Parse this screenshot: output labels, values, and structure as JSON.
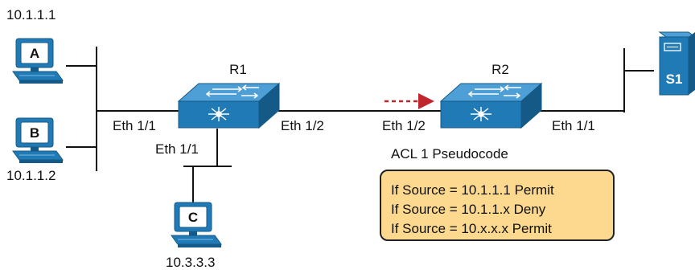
{
  "colors": {
    "device_blue": "#1f7ab5",
    "device_top": "#4d9fd6",
    "device_dark": "#155a87",
    "acl_box_fill": "#fcd98e",
    "acl_box_border": "#222222",
    "flow_arrow": "#c0272d",
    "wire": "#111111"
  },
  "hosts": {
    "a": {
      "letter": "A",
      "ip": "10.1.1.1",
      "icon": "pc-icon"
    },
    "b": {
      "letter": "B",
      "ip": "10.1.1.2",
      "icon": "pc-icon"
    },
    "c": {
      "letter": "C",
      "ip": "10.3.3.3",
      "icon": "pc-icon"
    }
  },
  "server": {
    "label": "S1",
    "icon": "server-icon"
  },
  "routers": {
    "r1": {
      "name": "R1",
      "icon": "router-icon",
      "if_left": "Eth 1/1",
      "if_bottom": "Eth 1/1",
      "if_right": "Eth 1/2"
    },
    "r2": {
      "name": "R2",
      "icon": "router-icon",
      "if_left": "Eth 1/2",
      "if_right": "Eth 1/1"
    }
  },
  "acl": {
    "title": "ACL 1 Pseudocode",
    "lines": [
      "If Source = 10.1.1.1 Permit",
      "If Source = 10.1.1.x Deny",
      "If Source = 10.x.x.x Permit"
    ]
  }
}
